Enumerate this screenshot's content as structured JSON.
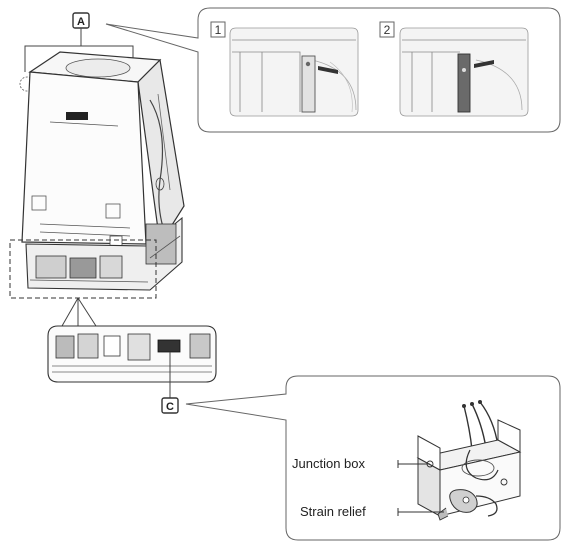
{
  "callouts": {
    "a": "A",
    "c": "C"
  },
  "detail_steps": [
    "1",
    "2"
  ],
  "labels": {
    "junction_box": "Junction box",
    "strain_relief": "Strain relief"
  }
}
